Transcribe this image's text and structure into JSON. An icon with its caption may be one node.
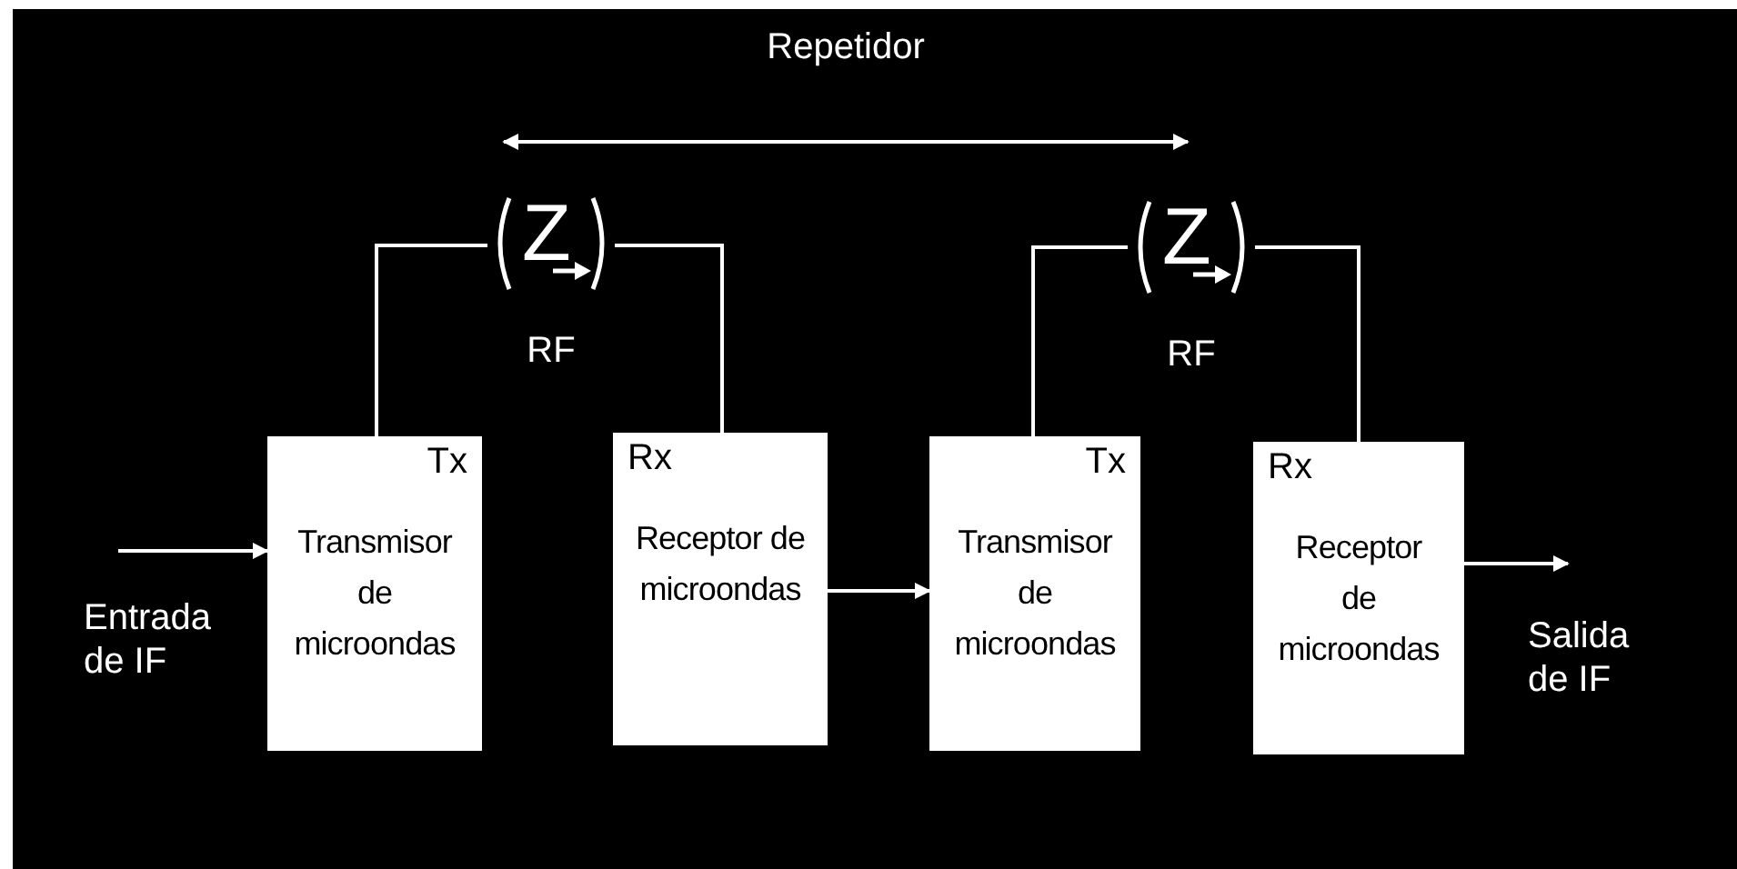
{
  "diagram": {
    "nodes": [
      {
        "text": [
          "Tx",
          "Transmisor de microondas"
        ]
      },
      {
        "text": [
          "Z"
        ],
        "beside": [
          "RF"
        ]
      },
      {
        "text": [
          "Rx",
          "Receptor de microondas"
        ]
      },
      {
        "text": [
          "Tx",
          "Transmisor de microondas"
        ]
      },
      {
        "text": [
          "Z"
        ],
        "beside": [
          "RF"
        ]
      },
      {
        "text": [
          "Rx",
          "Receptor de microondas"
        ]
      }
    ],
    "edges": [
      {
        "from": null,
        "to": 0,
        "arrow": "to"
      },
      {
        "from": 0,
        "to": 1,
        "arrow": "none"
      },
      {
        "from": 1,
        "to": 2,
        "arrow": "none"
      },
      {
        "from": 2,
        "to": 3,
        "arrow": "to"
      },
      {
        "from": 3,
        "to": 4,
        "arrow": "none"
      },
      {
        "from": 4,
        "to": 5,
        "arrow": "none"
      },
      {
        "from": 5,
        "to": null,
        "arrow": "to"
      }
    ],
    "labels": [
      "Repetidor",
      "Entrada de IF",
      "Salida de IF"
    ]
  }
}
